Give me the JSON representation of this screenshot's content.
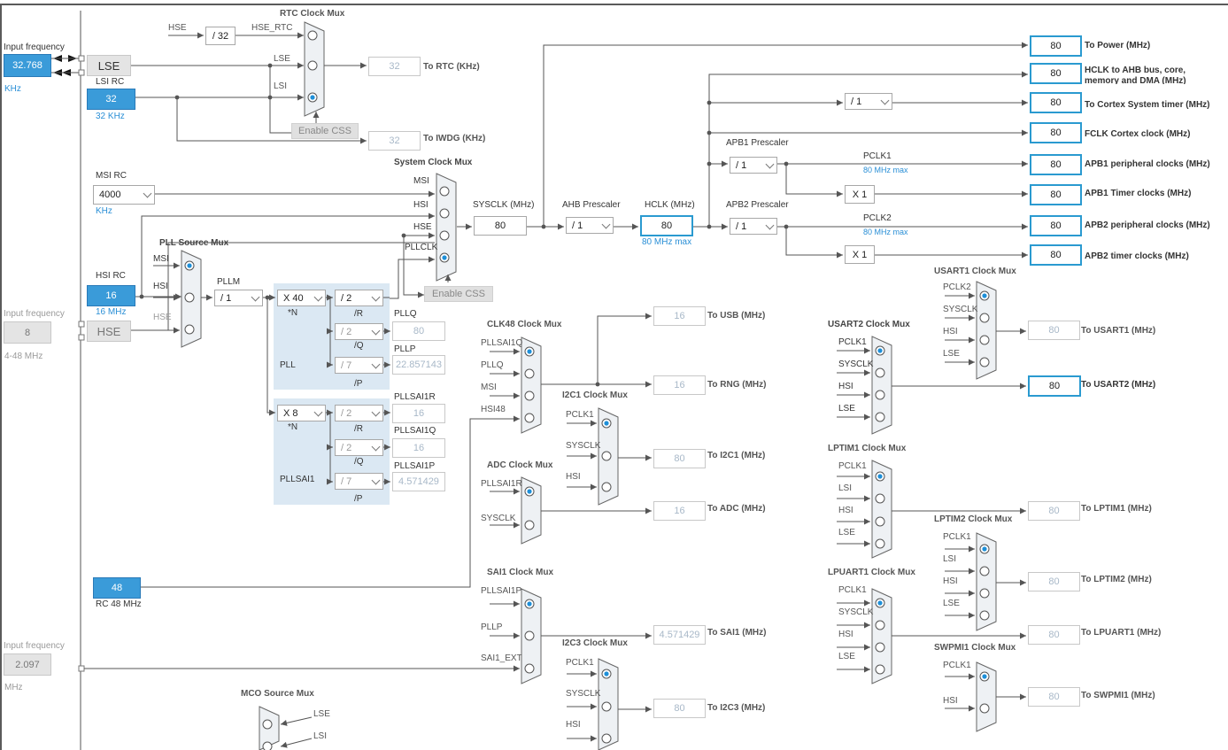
{
  "colors": {
    "input_blue": "#3a9bd9",
    "output_border": "#2a9ad0",
    "pll_bg": "#dbe8f3",
    "wire": "#555555"
  },
  "lse": {
    "freq_label": "Input frequency",
    "value": "32.768",
    "unit": "KHz",
    "box": "LSE"
  },
  "lsi": {
    "title": "LSI RC",
    "value": "32",
    "sub": "32 KHz"
  },
  "rtc": {
    "title": "RTC Clock Mux",
    "hse_label": "HSE",
    "div": "/ 32",
    "hse_rtc": "HSE_RTC",
    "lse_label": "LSE",
    "lsi_label": "LSI",
    "enable_css": "Enable CSS",
    "out_value": "32",
    "out_label": "To RTC (KHz)",
    "iwdg_value": "32",
    "iwdg_label": "To IWDG (KHz)"
  },
  "msi": {
    "title": "MSI RC",
    "value": "4000",
    "unit": "KHz"
  },
  "hsi": {
    "title": "HSI RC",
    "value": "16",
    "sub": "16 MHz"
  },
  "hse": {
    "freq_label": "Input frequency",
    "value": "8",
    "range": "4-48 MHz",
    "box": "HSE"
  },
  "sysmux": {
    "title": "System Clock Mux",
    "inputs": [
      "MSI",
      "HSI",
      "HSE",
      "PLLCLK"
    ],
    "enable_css": "Enable CSS"
  },
  "sysclk": {
    "label": "SYSCLK (MHz)",
    "value": "80"
  },
  "ahb": {
    "label": "AHB Prescaler",
    "value": "/ 1"
  },
  "hclk": {
    "label": "HCLK (MHz)",
    "value": "80",
    "max": "80 MHz max"
  },
  "pllsrc": {
    "title": "PLL Source Mux",
    "inputs": [
      "MSI",
      "HSI",
      "HSE"
    ]
  },
  "pllm": {
    "label": "PLLM",
    "value": "/ 1"
  },
  "pll": {
    "n": "X 40",
    "n_label": "*N",
    "r": "/ 2",
    "r_label": "/R",
    "q": "/ 2",
    "q_label": "/Q",
    "p": "/ 7",
    "p_label": "/P",
    "name": "PLL",
    "pllq_label": "PLLQ",
    "pllq_value": "80",
    "pllp_label": "PLLP",
    "pllp_value": "22.857143"
  },
  "pllsai1": {
    "n": "X 8",
    "n_label": "*N",
    "r": "/ 2",
    "r_label": "/R",
    "q": "/ 2",
    "q_label": "/Q",
    "p": "/ 7",
    "p_label": "/P",
    "name": "PLLSAI1",
    "r_out_label": "PLLSAI1R",
    "r_out": "16",
    "q_out_label": "PLLSAI1Q",
    "q_out": "16",
    "p_out_label": "PLLSAI1P",
    "p_out": "4.571429"
  },
  "hsi48": {
    "value": "48",
    "label": "RC 48 MHz"
  },
  "ext": {
    "freq_label": "Input frequency",
    "value": "2.097",
    "unit": "MHz"
  },
  "outputs": {
    "power": {
      "value": "80",
      "label": "To Power (MHz)"
    },
    "hclk_ahb": {
      "value": "80",
      "label1": "HCLK to AHB bus, core,",
      "label2": "memory and DMA (MHz)"
    },
    "cortex": {
      "div": "/ 1",
      "value": "80",
      "label": "To Cortex System timer (MHz)"
    },
    "fclk": {
      "value": "80",
      "label": "FCLK Cortex clock (MHz)"
    },
    "apb1": {
      "prescaler_label": "APB1 Prescaler",
      "prescaler": "/ 1",
      "pclk": "PCLK1",
      "max": "80 MHz max",
      "value": "80",
      "label": "APB1 peripheral clocks (MHz)",
      "timer_mult": "X 1",
      "timer_value": "80",
      "timer_label": "APB1 Timer clocks (MHz)"
    },
    "apb2": {
      "prescaler_label": "APB2 Prescaler",
      "prescaler": "/ 1",
      "pclk": "PCLK2",
      "max": "80 MHz max",
      "value": "80",
      "label": "APB2 peripheral clocks (MHz)",
      "timer_mult": "X 1",
      "timer_value": "80",
      "timer_label": "APB2 timer clocks (MHz)"
    }
  },
  "clk48": {
    "title": "CLK48 Clock Mux",
    "inputs": [
      "PLLSAI1Q",
      "PLLQ",
      "MSI",
      "HSI48"
    ],
    "usb_value": "16",
    "usb_label": "To USB (MHz)",
    "rng_value": "16",
    "rng_label": "To RNG (MHz)"
  },
  "i2c1": {
    "title": "I2C1 Clock Mux",
    "inputs": [
      "PCLK1",
      "SYSCLK",
      "HSI"
    ],
    "value": "80",
    "label": "To I2C1 (MHz)"
  },
  "adc": {
    "title": "ADC Clock Mux",
    "inputs": [
      "PLLSAI1R",
      "SYSCLK"
    ],
    "value": "16",
    "label": "To ADC (MHz)"
  },
  "sai1": {
    "title": "SAI1 Clock Mux",
    "inputs": [
      "PLLSAI1P",
      "PLLP",
      "SAI1_EXT"
    ],
    "value": "4.571429",
    "label": "To SAI1 (MHz)"
  },
  "i2c3": {
    "title": "I2C3 Clock Mux",
    "inputs": [
      "PCLK1",
      "SYSCLK",
      "HSI"
    ],
    "value": "80",
    "label": "To I2C3 (MHz)"
  },
  "mco": {
    "title": "MCO Source Mux",
    "inputs": [
      "LSE",
      "LSI"
    ]
  },
  "usart1": {
    "title": "USART1 Clock Mux",
    "inputs": [
      "PCLK2",
      "SYSCLK",
      "HSI",
      "LSE"
    ],
    "value": "80",
    "label": "To USART1 (MHz)"
  },
  "usart2": {
    "title": "USART2 Clock Mux",
    "inputs": [
      "PCLK1",
      "SYSCLK",
      "HSI",
      "LSE"
    ],
    "value": "80",
    "label": "To USART2 (MHz)"
  },
  "lptim1": {
    "title": "LPTIM1 Clock Mux",
    "inputs": [
      "PCLK1",
      "LSI",
      "HSI",
      "LSE"
    ],
    "value": "80",
    "label": "To LPTIM1 (MHz)"
  },
  "lptim2": {
    "title": "LPTIM2 Clock Mux",
    "inputs": [
      "PCLK1",
      "LSI",
      "HSI",
      "LSE"
    ],
    "value": "80",
    "label": "To LPTIM2 (MHz)"
  },
  "lpuart1": {
    "title": "LPUART1 Clock Mux",
    "inputs": [
      "PCLK1",
      "SYSCLK",
      "HSI",
      "LSE"
    ],
    "value": "80",
    "label": "To LPUART1 (MHz)"
  },
  "swpmi1": {
    "title": "SWPMI1 Clock Mux",
    "inputs": [
      "PCLK1",
      "HSI"
    ],
    "value": "80",
    "label": "To SWPMI1 (MHz)"
  }
}
